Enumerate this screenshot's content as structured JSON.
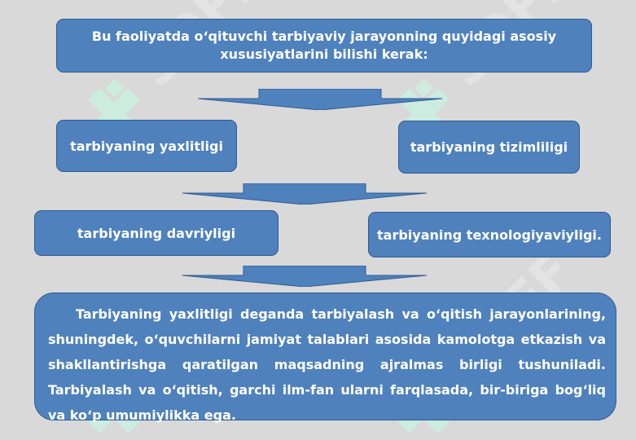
{
  "colors": {
    "background": "#d9d9d9",
    "box_fill": "#4f81bd",
    "box_border": "#2e5b92",
    "text": "#ffffff",
    "arrow": "#4f81bd",
    "watermark": "#c9f0df"
  },
  "watermark_text": "SOFF",
  "top": {
    "text": "Bu faoliyatda oʻqituvchi tarbiyaviy jarayonning quyidagi asosiy xususiyatlarini bilishi kerak:"
  },
  "features": {
    "yaxlitlik": "tarbiyaning yaxlitligi",
    "tizimlilik": "tarbiyaning tizimliligi",
    "davriylik": "tarbiyaning davriyligi",
    "texnologiyaviylik": "tarbiyaning texnologiyaviyligi."
  },
  "bottom": {
    "text": "Tarbiyaning yaxlitligi deganda tarbiyalash va oʻqitish jarayonlarining, shuningdek, oʻquvchilarni jamiyat talablari asosida kamolotga etkazish va shakllantirishga qaratilgan maqsadning ajralmas birligi tushuniladi. Tarbiyalash va oʻqitish, garchi ilm-fan ularni farqlasada, bir-biriga bogʻliq va koʻp umumiylikka ega."
  }
}
